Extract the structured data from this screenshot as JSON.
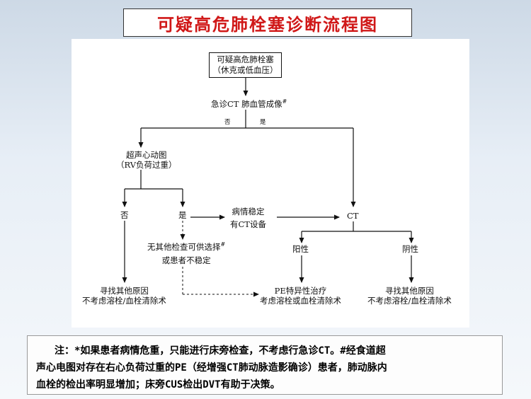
{
  "title": "可疑高危肺栓塞诊断流程图",
  "diagram": {
    "start_line1": "可疑高危肺栓塞",
    "start_line2": "（休克或低血压）",
    "ct_imaging": "急诊CT 肺血管成像",
    "ct_imaging_sup": "#",
    "no_small": "否",
    "yes_small": "是",
    "echo_line1": "超声心动图",
    "echo_line2": "（RV负荷过重）",
    "echo_no": "否",
    "echo_yes": "是",
    "stable_line1": "病情稳定",
    "stable_line2": "有CT设备",
    "ct": "CT",
    "positive": "阳性",
    "negative": "阴性",
    "no_other_line1": "无其他检查可供选择",
    "no_other_sup": "#",
    "no_other_line2": "或患者不稳定",
    "other_left_line1": "寻找其他原因",
    "other_left_line2": "不考虑溶栓/血栓清除术",
    "pe_line1": "PE特异性治疗",
    "pe_line2": "考虑溶栓或血栓清除术",
    "other_right_line1": "寻找其他原因",
    "other_right_line2": "不考虑溶栓/血栓清除术"
  },
  "note": {
    "line1": "注：*如果患者病情危重，只能进行床旁检查，不考虑行急诊CT。#经食道超",
    "line2": "声心电图对存在右心负荷过重的PE（经增强CT肺动脉造影确诊）患者，肺动脉内",
    "line3": "血栓的检出率明显增加；床旁CUS检出DVT有助于决策。"
  },
  "colors": {
    "title": "#d01818",
    "line": "#111111"
  }
}
